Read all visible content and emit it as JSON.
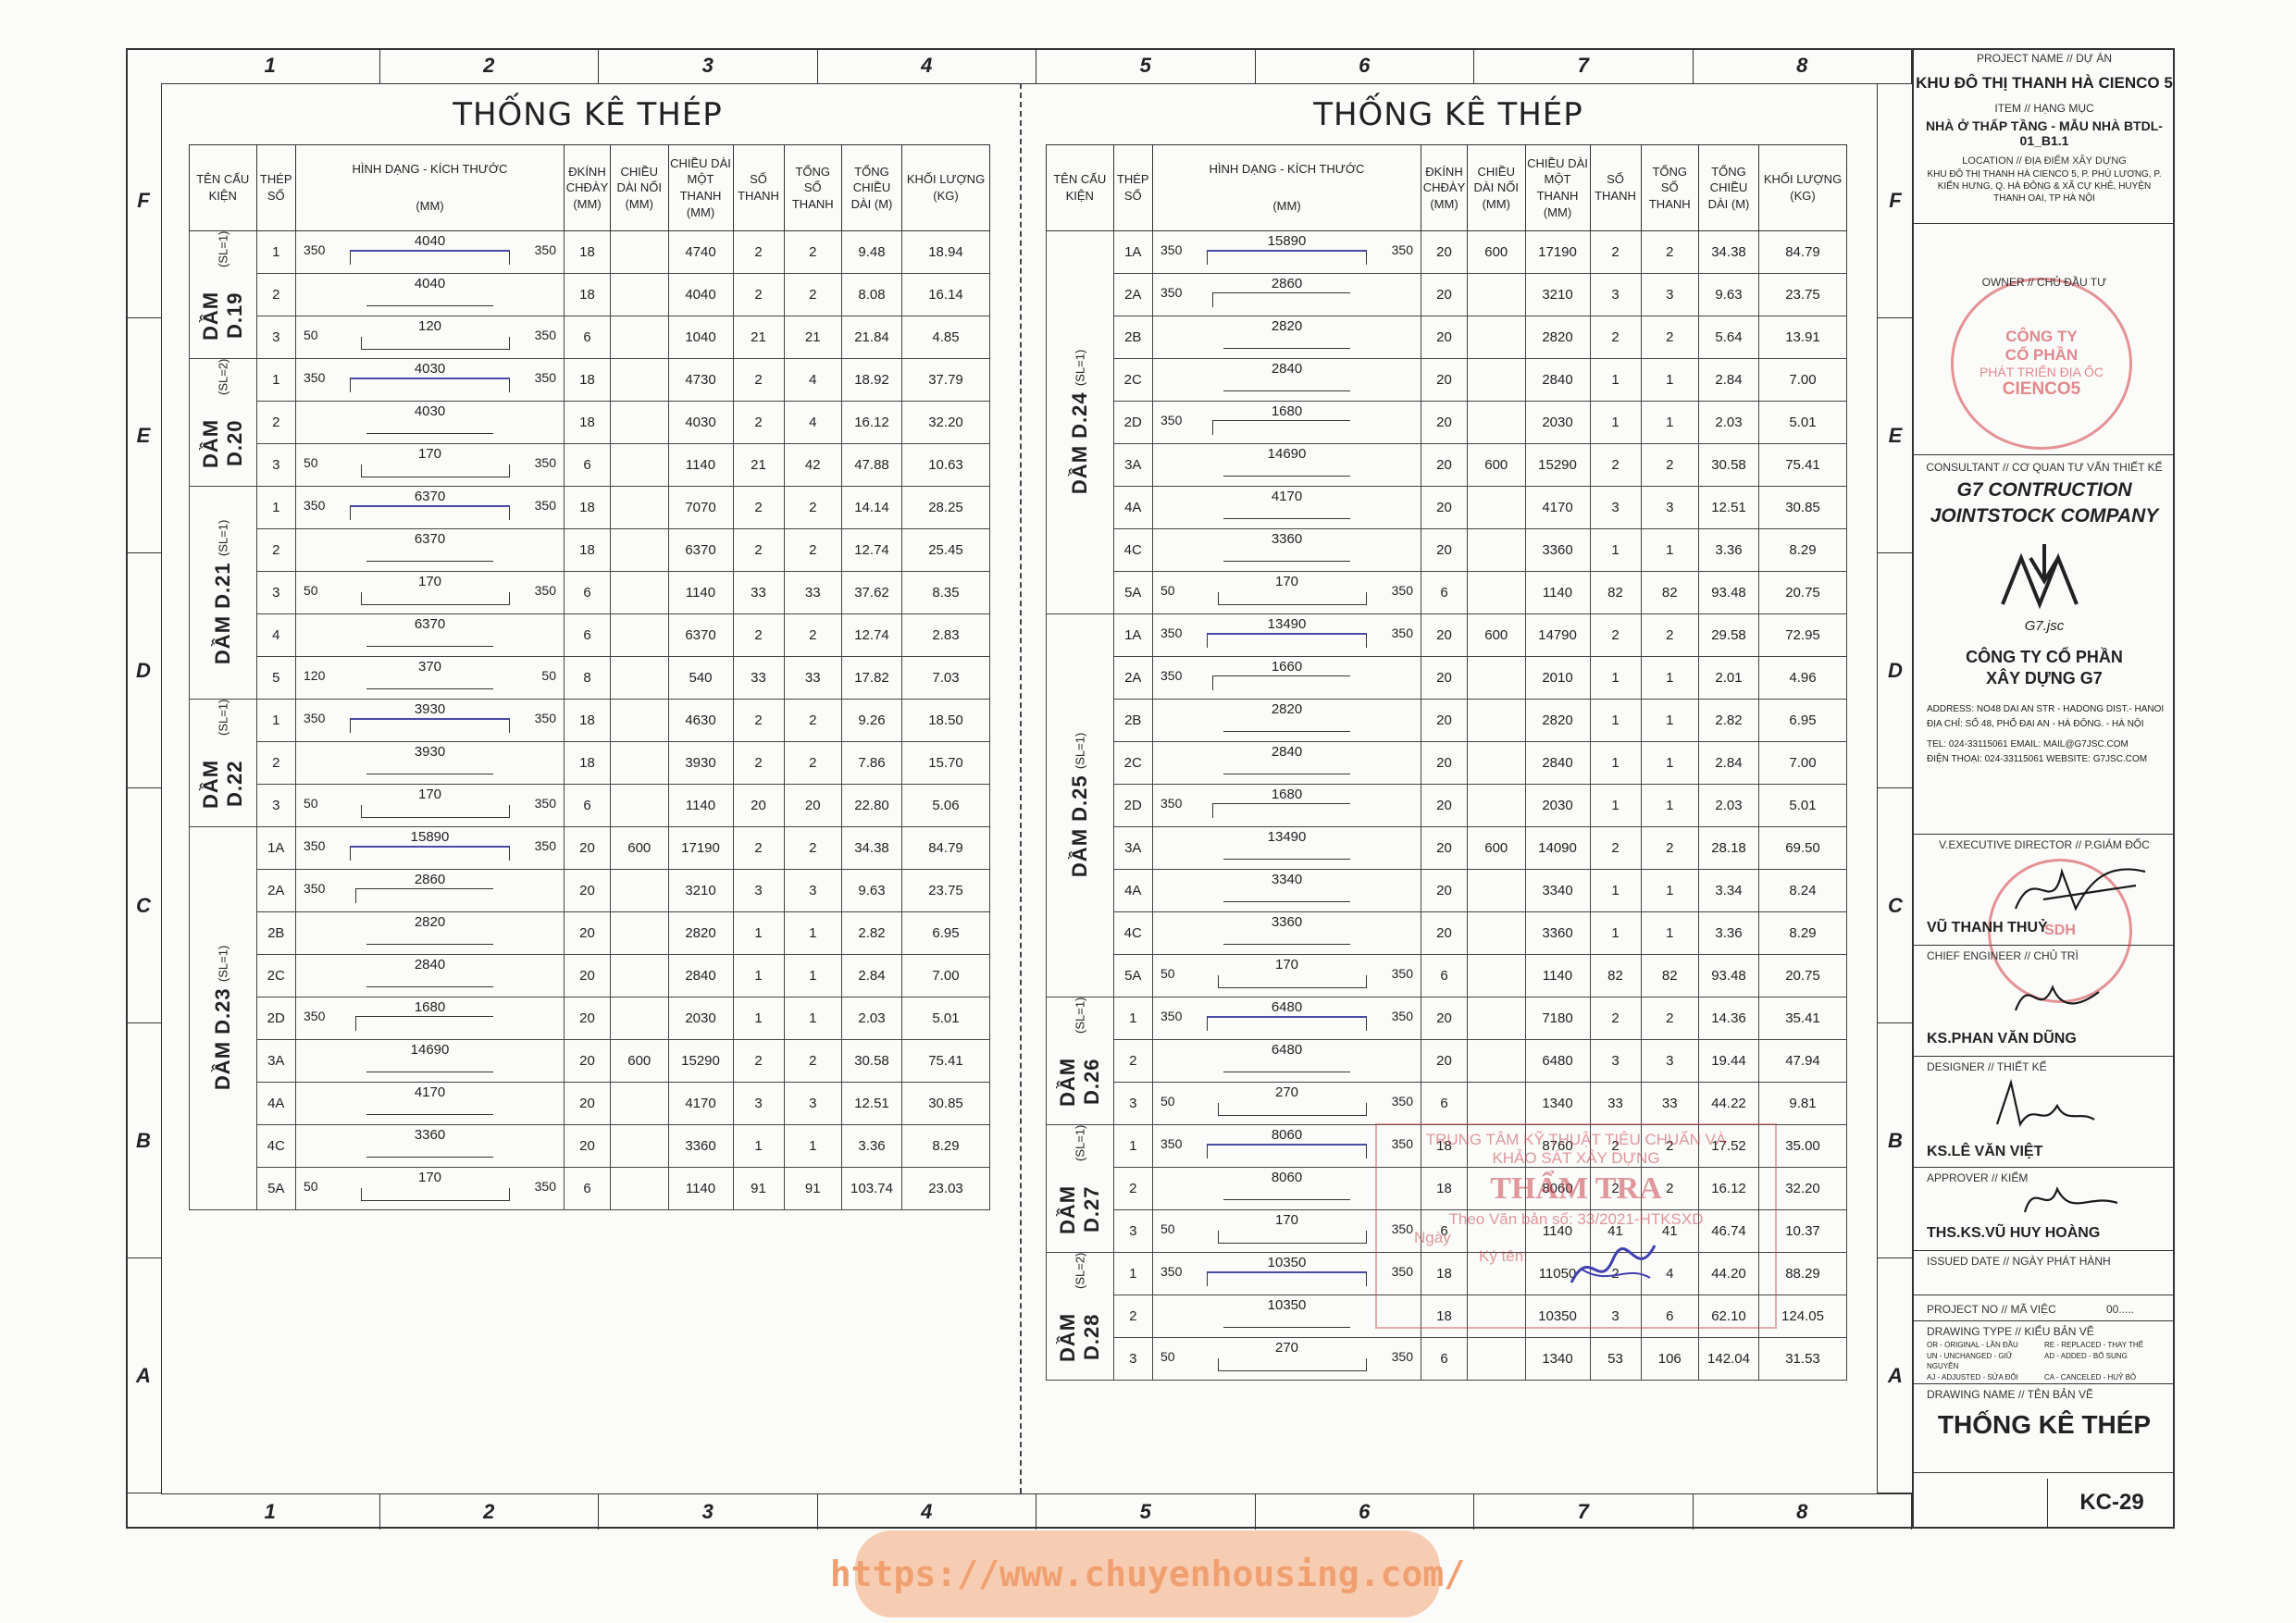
{
  "columns": [
    "1",
    "2",
    "3",
    "4",
    "5",
    "6",
    "7",
    "8"
  ],
  "rows": [
    "F",
    "E",
    "D",
    "C",
    "B",
    "A"
  ],
  "sheet_title": "THỐNG KÊ THÉP",
  "table_headers": {
    "ten_cau_kien": "TÊN CẤU KIỆN",
    "thep_so": "THÉP SỐ",
    "hinh_dang": "HÌNH DẠNG - KÍCH THƯỚC",
    "hinh_dang_unit": "(MM)",
    "dkinh": "ĐKÍNH CHĐÀY (MM)",
    "chieu_dai_noi": "CHIỀU DÀI NỐI (MM)",
    "chieu_dai_mot": "CHIỀU DÀI MỘT THANH (MM)",
    "so_thanh": "SỐ THANH",
    "tong_so": "TỔNG SỐ THANH",
    "tong_chieu_dai": "TỔNG CHIỀU DÀI (M)",
    "khoi_luong": "KHỐI LƯỢNG (KG)"
  },
  "left_table": [
    {
      "name": "DẦM D.19",
      "sl": "(SL=1)",
      "rows": [
        {
          "no": "1",
          "shape": "t1u",
          "l": "350",
          "len": "4040",
          "r": "350",
          "d": "18",
          "noi": "",
          "mot": "4740",
          "st": "2",
          "ts": "2",
          "tcd": "9.48",
          "kl": "18.94"
        },
        {
          "no": "2",
          "shape": "t2",
          "l": "",
          "len": "4040",
          "r": "",
          "d": "18",
          "noi": "",
          "mot": "4040",
          "st": "2",
          "ts": "2",
          "tcd": "8.08",
          "kl": "16.14"
        },
        {
          "no": "3",
          "shape": "t4",
          "l": "50",
          "len": "120",
          "r": "350",
          "d": "6",
          "noi": "",
          "mot": "1040",
          "st": "21",
          "ts": "21",
          "tcd": "21.84",
          "kl": "4.85"
        }
      ]
    },
    {
      "name": "DẦM D.20",
      "sl": "(SL=2)",
      "rows": [
        {
          "no": "1",
          "shape": "t1u",
          "l": "350",
          "len": "4030",
          "r": "350",
          "d": "18",
          "noi": "",
          "mot": "4730",
          "st": "2",
          "ts": "4",
          "tcd": "18.92",
          "kl": "37.79"
        },
        {
          "no": "2",
          "shape": "t2",
          "l": "",
          "len": "4030",
          "r": "",
          "d": "18",
          "noi": "",
          "mot": "4030",
          "st": "2",
          "ts": "4",
          "tcd": "16.12",
          "kl": "32.20"
        },
        {
          "no": "3",
          "shape": "t4",
          "l": "50",
          "len": "170",
          "r": "350",
          "d": "6",
          "noi": "",
          "mot": "1140",
          "st": "21",
          "ts": "42",
          "tcd": "47.88",
          "kl": "10.63"
        }
      ]
    },
    {
      "name": "DẦM D.21",
      "sl": "(SL=1)",
      "rows": [
        {
          "no": "1",
          "shape": "t1u",
          "l": "350",
          "len": "6370",
          "r": "350",
          "d": "18",
          "noi": "",
          "mot": "7070",
          "st": "2",
          "ts": "2",
          "tcd": "14.14",
          "kl": "28.25"
        },
        {
          "no": "2",
          "shape": "t2",
          "l": "",
          "len": "6370",
          "r": "",
          "d": "18",
          "noi": "",
          "mot": "6370",
          "st": "2",
          "ts": "2",
          "tcd": "12.74",
          "kl": "25.45"
        },
        {
          "no": "3",
          "shape": "t4",
          "l": "50",
          "len": "170",
          "r": "350",
          "d": "6",
          "noi": "",
          "mot": "1140",
          "st": "33",
          "ts": "33",
          "tcd": "37.62",
          "kl": "8.35"
        },
        {
          "no": "4",
          "shape": "t2",
          "l": "",
          "len": "6370",
          "r": "",
          "d": "6",
          "noi": "",
          "mot": "6370",
          "st": "2",
          "ts": "2",
          "tcd": "12.74",
          "kl": "2.83"
        },
        {
          "no": "5",
          "shape": "t2",
          "l": "120",
          "len": "370",
          "r": "50",
          "d": "8",
          "noi": "",
          "mot": "540",
          "st": "33",
          "ts": "33",
          "tcd": "17.82",
          "kl": "7.03"
        }
      ]
    },
    {
      "name": "DẦM D.22",
      "sl": "(SL=1)",
      "rows": [
        {
          "no": "1",
          "shape": "t1u",
          "l": "350",
          "len": "3930",
          "r": "350",
          "d": "18",
          "noi": "",
          "mot": "4630",
          "st": "2",
          "ts": "2",
          "tcd": "9.26",
          "kl": "18.50"
        },
        {
          "no": "2",
          "shape": "t2",
          "l": "",
          "len": "3930",
          "r": "",
          "d": "18",
          "noi": "",
          "mot": "3930",
          "st": "2",
          "ts": "2",
          "tcd": "7.86",
          "kl": "15.70"
        },
        {
          "no": "3",
          "shape": "t4",
          "l": "50",
          "len": "170",
          "r": "350",
          "d": "6",
          "noi": "",
          "mot": "1140",
          "st": "20",
          "ts": "20",
          "tcd": "22.80",
          "kl": "5.06"
        }
      ]
    },
    {
      "name": "DẦM D.23",
      "sl": "(SL=1)",
      "rows": [
        {
          "no": "1A",
          "shape": "t1u",
          "l": "350",
          "len": "15890",
          "r": "350",
          "d": "20",
          "noi": "600",
          "mot": "17190",
          "st": "2",
          "ts": "2",
          "tcd": "34.38",
          "kl": "84.79"
        },
        {
          "no": "2A",
          "shape": "t3",
          "l": "350",
          "len": "2860",
          "r": "",
          "d": "20",
          "noi": "",
          "mot": "3210",
          "st": "3",
          "ts": "3",
          "tcd": "9.63",
          "kl": "23.75"
        },
        {
          "no": "2B",
          "shape": "t2",
          "l": "",
          "len": "2820",
          "r": "",
          "d": "20",
          "noi": "",
          "mot": "2820",
          "st": "1",
          "ts": "1",
          "tcd": "2.82",
          "kl": "6.95"
        },
        {
          "no": "2C",
          "shape": "t2",
          "l": "",
          "len": "2840",
          "r": "",
          "d": "20",
          "noi": "",
          "mot": "2840",
          "st": "1",
          "ts": "1",
          "tcd": "2.84",
          "kl": "7.00"
        },
        {
          "no": "2D",
          "shape": "t3",
          "l": "350",
          "len": "1680",
          "r": "",
          "d": "20",
          "noi": "",
          "mot": "2030",
          "st": "1",
          "ts": "1",
          "tcd": "2.03",
          "kl": "5.01"
        },
        {
          "no": "3A",
          "shape": "t2",
          "l": "",
          "len": "14690",
          "r": "",
          "d": "20",
          "noi": "600",
          "mot": "15290",
          "st": "2",
          "ts": "2",
          "tcd": "30.58",
          "kl": "75.41"
        },
        {
          "no": "4A",
          "shape": "t2",
          "l": "",
          "len": "4170",
          "r": "",
          "d": "20",
          "noi": "",
          "mot": "4170",
          "st": "3",
          "ts": "3",
          "tcd": "12.51",
          "kl": "30.85"
        },
        {
          "no": "4C",
          "shape": "t2",
          "l": "",
          "len": "3360",
          "r": "",
          "d": "20",
          "noi": "",
          "mot": "3360",
          "st": "1",
          "ts": "1",
          "tcd": "3.36",
          "kl": "8.29"
        },
        {
          "no": "5A",
          "shape": "t4",
          "l": "50",
          "len": "170",
          "r": "350",
          "d": "6",
          "noi": "",
          "mot": "1140",
          "st": "91",
          "ts": "91",
          "tcd": "103.74",
          "kl": "23.03"
        }
      ]
    }
  ],
  "right_table": [
    {
      "name": "DẦM D.24",
      "sl": "(SL=1)",
      "rows": [
        {
          "no": "1A",
          "shape": "t1u",
          "l": "350",
          "len": "15890",
          "r": "350",
          "d": "20",
          "noi": "600",
          "mot": "17190",
          "st": "2",
          "ts": "2",
          "tcd": "34.38",
          "kl": "84.79"
        },
        {
          "no": "2A",
          "shape": "t3",
          "l": "350",
          "len": "2860",
          "r": "",
          "d": "20",
          "noi": "",
          "mot": "3210",
          "st": "3",
          "ts": "3",
          "tcd": "9.63",
          "kl": "23.75"
        },
        {
          "no": "2B",
          "shape": "t2",
          "l": "",
          "len": "2820",
          "r": "",
          "d": "20",
          "noi": "",
          "mot": "2820",
          "st": "2",
          "ts": "2",
          "tcd": "5.64",
          "kl": "13.91"
        },
        {
          "no": "2C",
          "shape": "t2",
          "l": "",
          "len": "2840",
          "r": "",
          "d": "20",
          "noi": "",
          "mot": "2840",
          "st": "1",
          "ts": "1",
          "tcd": "2.84",
          "kl": "7.00"
        },
        {
          "no": "2D",
          "shape": "t3",
          "l": "350",
          "len": "1680",
          "r": "",
          "d": "20",
          "noi": "",
          "mot": "2030",
          "st": "1",
          "ts": "1",
          "tcd": "2.03",
          "kl": "5.01"
        },
        {
          "no": "3A",
          "shape": "t2",
          "l": "",
          "len": "14690",
          "r": "",
          "d": "20",
          "noi": "600",
          "mot": "15290",
          "st": "2",
          "ts": "2",
          "tcd": "30.58",
          "kl": "75.41"
        },
        {
          "no": "4A",
          "shape": "t2",
          "l": "",
          "len": "4170",
          "r": "",
          "d": "20",
          "noi": "",
          "mot": "4170",
          "st": "3",
          "ts": "3",
          "tcd": "12.51",
          "kl": "30.85"
        },
        {
          "no": "4C",
          "shape": "t2",
          "l": "",
          "len": "3360",
          "r": "",
          "d": "20",
          "noi": "",
          "mot": "3360",
          "st": "1",
          "ts": "1",
          "tcd": "3.36",
          "kl": "8.29"
        },
        {
          "no": "5A",
          "shape": "t4",
          "l": "50",
          "len": "170",
          "r": "350",
          "d": "6",
          "noi": "",
          "mot": "1140",
          "st": "82",
          "ts": "82",
          "tcd": "93.48",
          "kl": "20.75"
        }
      ]
    },
    {
      "name": "DẦM D.25",
      "sl": "(SL=1)",
      "rows": [
        {
          "no": "1A",
          "shape": "t1u",
          "l": "350",
          "len": "13490",
          "r": "350",
          "d": "20",
          "noi": "600",
          "mot": "14790",
          "st": "2",
          "ts": "2",
          "tcd": "29.58",
          "kl": "72.95"
        },
        {
          "no": "2A",
          "shape": "t3",
          "l": "350",
          "len": "1660",
          "r": "",
          "d": "20",
          "noi": "",
          "mot": "2010",
          "st": "1",
          "ts": "1",
          "tcd": "2.01",
          "kl": "4.96"
        },
        {
          "no": "2B",
          "shape": "t2",
          "l": "",
          "len": "2820",
          "r": "",
          "d": "20",
          "noi": "",
          "mot": "2820",
          "st": "1",
          "ts": "1",
          "tcd": "2.82",
          "kl": "6.95"
        },
        {
          "no": "2C",
          "shape": "t2",
          "l": "",
          "len": "2840",
          "r": "",
          "d": "20",
          "noi": "",
          "mot": "2840",
          "st": "1",
          "ts": "1",
          "tcd": "2.84",
          "kl": "7.00"
        },
        {
          "no": "2D",
          "shape": "t3",
          "l": "350",
          "len": "1680",
          "r": "",
          "d": "20",
          "noi": "",
          "mot": "2030",
          "st": "1",
          "ts": "1",
          "tcd": "2.03",
          "kl": "5.01"
        },
        {
          "no": "3A",
          "shape": "t2",
          "l": "",
          "len": "13490",
          "r": "",
          "d": "20",
          "noi": "600",
          "mot": "14090",
          "st": "2",
          "ts": "2",
          "tcd": "28.18",
          "kl": "69.50"
        },
        {
          "no": "4A",
          "shape": "t2",
          "l": "",
          "len": "3340",
          "r": "",
          "d": "20",
          "noi": "",
          "mot": "3340",
          "st": "1",
          "ts": "1",
          "tcd": "3.34",
          "kl": "8.24"
        },
        {
          "no": "4C",
          "shape": "t2",
          "l": "",
          "len": "3360",
          "r": "",
          "d": "20",
          "noi": "",
          "mot": "3360",
          "st": "1",
          "ts": "1",
          "tcd": "3.36",
          "kl": "8.29"
        },
        {
          "no": "5A",
          "shape": "t4",
          "l": "50",
          "len": "170",
          "r": "350",
          "d": "6",
          "noi": "",
          "mot": "1140",
          "st": "82",
          "ts": "82",
          "tcd": "93.48",
          "kl": "20.75"
        }
      ]
    },
    {
      "name": "DẦM D.26",
      "sl": "(SL=1)",
      "rows": [
        {
          "no": "1",
          "shape": "t1u",
          "l": "350",
          "len": "6480",
          "r": "350",
          "d": "20",
          "noi": "",
          "mot": "7180",
          "st": "2",
          "ts": "2",
          "tcd": "14.36",
          "kl": "35.41"
        },
        {
          "no": "2",
          "shape": "t2",
          "l": "",
          "len": "6480",
          "r": "",
          "d": "20",
          "noi": "",
          "mot": "6480",
          "st": "3",
          "ts": "3",
          "tcd": "19.44",
          "kl": "47.94"
        },
        {
          "no": "3",
          "shape": "t4",
          "l": "50",
          "len": "270",
          "r": "350",
          "d": "6",
          "noi": "",
          "mot": "1340",
          "st": "33",
          "ts": "33",
          "tcd": "44.22",
          "kl": "9.81"
        }
      ]
    },
    {
      "name": "DẦM D.27",
      "sl": "(SL=1)",
      "rows": [
        {
          "no": "1",
          "shape": "t1u",
          "l": "350",
          "len": "8060",
          "r": "350",
          "d": "18",
          "noi": "",
          "mot": "8760",
          "st": "2",
          "ts": "2",
          "tcd": "17.52",
          "kl": "35.00"
        },
        {
          "no": "2",
          "shape": "t2",
          "l": "",
          "len": "8060",
          "r": "",
          "d": "18",
          "noi": "",
          "mot": "8060",
          "st": "2",
          "ts": "2",
          "tcd": "16.12",
          "kl": "32.20"
        },
        {
          "no": "3",
          "shape": "t4",
          "l": "50",
          "len": "170",
          "r": "350",
          "d": "6",
          "noi": "",
          "mot": "1140",
          "st": "41",
          "ts": "41",
          "tcd": "46.74",
          "kl": "10.37"
        }
      ]
    },
    {
      "name": "DẦM D.28",
      "sl": "(SL=2)",
      "rows": [
        {
          "no": "1",
          "shape": "t1u",
          "l": "350",
          "len": "10350",
          "r": "350",
          "d": "18",
          "noi": "",
          "mot": "11050",
          "st": "2",
          "ts": "4",
          "tcd": "44.20",
          "kl": "88.29"
        },
        {
          "no": "2",
          "shape": "t2",
          "l": "",
          "len": "10350",
          "r": "",
          "d": "18",
          "noi": "",
          "mot": "10350",
          "st": "3",
          "ts": "6",
          "tcd": "62.10",
          "kl": "124.05"
        },
        {
          "no": "3",
          "shape": "t4",
          "l": "50",
          "len": "270",
          "r": "350",
          "d": "6",
          "noi": "",
          "mot": "1340",
          "st": "53",
          "ts": "106",
          "tcd": "142.04",
          "kl": "31.53"
        }
      ]
    }
  ],
  "title_block": {
    "project_label": "PROJECT NAME // DỰ ÁN",
    "project": "KHU ĐÔ THỊ THANH HÀ CIENCO 5",
    "item_label": "ITEM // HẠNG MỤC",
    "item": "NHÀ Ở THẤP TẦNG - MẪU NHÀ BTDL-01_B1.1",
    "location_label": "LOCATION // ĐỊA ĐIỂM XÂY DỰNG",
    "location": "KHU ĐÔ THỊ THANH HÀ CIENCO 5, P. PHÚ LƯƠNG, P. KIẾN HƯNG, Q. HÀ ĐÔNG & XÃ CỰ KHÊ, HUYỆN THANH OAI, TP HÀ NỘI",
    "owner_label": "OWNER // CHỦ ĐẦU TƯ",
    "owner_stamp": [
      "CÔNG TY",
      "CỔ PHẦN",
      "PHÁT TRIỂN ĐỊA ỐC",
      "CIENCO5"
    ],
    "consultant_label": "CONSULTANT // CƠ QUAN TƯ VẤN THIẾT KẾ",
    "consultant": "G7 CONTRUCTION JOINTSTOCK COMPANY",
    "logo_text": "G7.jsc",
    "company_vn": "CÔNG TY CỔ PHẦN XÂY DỰNG G7",
    "address_lines": [
      "ADDRESS: NO48 DAI AN STR - HADONG DIST.- HANOI",
      "ĐỊA CHỈ: SỐ 48, PHỐ ĐẠI AN - HÀ ĐÔNG. - HÀ NỘI",
      "TEL: 024-33115061  EMAIL: MAIL@G7JSC.COM",
      "ĐIỆN THOẠI: 024-33115061  WEBSITE: G7JSC.COM"
    ],
    "director_label": "V.EXECUTIVE DIRECTOR // P.GIÁM ĐỐC",
    "director": "VŨ THANH THUỶ",
    "chief_label": "CHIEF ENGINEER // CHỦ TRÌ",
    "chief": "KS.PHAN VĂN DŨNG",
    "designer_label": "DESIGNER // THIẾT KẾ",
    "designer": "KS.LÊ VĂN VIỆT",
    "approver_label": "APPROVER // KIỂM",
    "approver": "THS.KS.VŨ HUY HOÀNG",
    "issued_label": "ISSUED DATE // NGÀY PHÁT HÀNH",
    "project_no_label": "PROJECT NO // MÃ VIỆC",
    "project_no": "00.....",
    "drawing_type_label": "DRAWING TYPE // KIỂU BẢN VẼ",
    "drawing_types": [
      "OR - ORIGINAL - LẦN ĐẦU",
      "RE - REPLACED - THAY THẾ",
      "UN - UNCHANGED - GIỮ NGUYÊN",
      "AD - ADDED - BỔ SUNG",
      "AJ - ADJUSTED - SỬA ĐỔI",
      "CA - CANCELED - HUỶ BỎ"
    ],
    "drawing_name_label": "DRAWING NAME // TÊN BẢN VẼ",
    "drawing_name": "THỐNG KÊ THÉP",
    "sheet_no": "KC-29"
  },
  "review_stamp": {
    "line1": "TRUNG TÂM KỸ THUẬT TIÊU CHUẨN VÀ",
    "line2": "KHẢO SÁT XÂY DỰNG",
    "word": "THẨM TRA",
    "line3": "Theo Văn bản số: 33/2021-HTKSXD",
    "line4": "Ngày",
    "line5": "Ký tên:"
  },
  "watermark": "https://www.chuyenhousing.com/"
}
